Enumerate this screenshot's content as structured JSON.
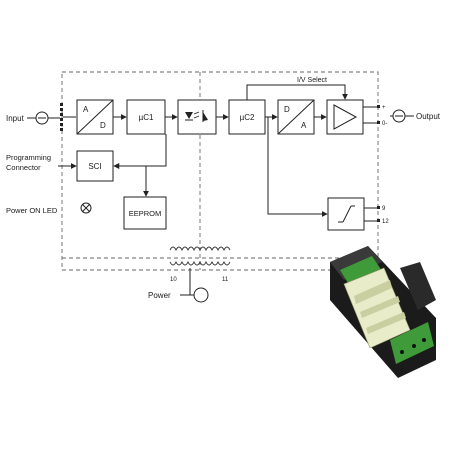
{
  "labels": {
    "input": "Input",
    "output": "Output",
    "programming_connector_line1": "Programming",
    "programming_connector_line2": "Connector",
    "power_on_led": "Power ON LED",
    "power": "Power",
    "iv_select": "I/V Select"
  },
  "blocks": {
    "adc_top": "A",
    "adc_bottom": "D",
    "uc1": "µC1",
    "uc2": "µC2",
    "dac_top": "D",
    "dac_bottom": "A",
    "sci": "SCI",
    "eeprom": "EEPROM"
  },
  "pins": {
    "out_plus": "+",
    "out_minus": "0-",
    "relay_a": "9",
    "relay_b": "12",
    "pwr_a": "10",
    "pwr_b": "11"
  },
  "colors": {
    "line": "#222222",
    "dash": "#555555",
    "box_fill": "#ffffff",
    "module_green": "#3f9a3a",
    "module_dark": "#1b1b1b",
    "module_label": "#e8ecc8"
  },
  "icons": {
    "optocoupler": "optocoupler-icon",
    "amplifier": "amplifier-triangle-icon",
    "relay": "relay-switch-icon",
    "led": "led-cross-icon",
    "transformer": "transformer-icon",
    "product": "din-rail-module-photo"
  }
}
